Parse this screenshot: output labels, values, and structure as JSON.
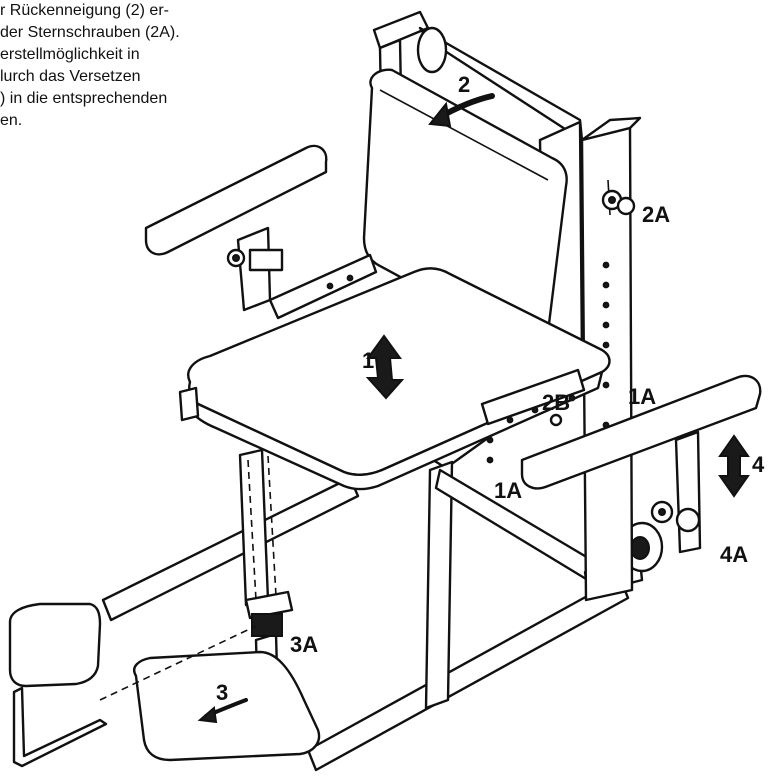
{
  "intro_text": [
    "r Rückenneigung (2) er-",
    "der Sternschrauben (2A).",
    "erstellmöglichkeit in",
    "lurch das Versetzen",
    ") in die entsprechenden",
    "en."
  ],
  "callouts": {
    "c1": "1",
    "c1a_top": "1A",
    "c1a_bottom": "1A",
    "c2": "2",
    "c2a": "2A",
    "c2b": "2B",
    "c3": "3",
    "c3a": "3A",
    "c4": "4",
    "c4a": "4A"
  }
}
